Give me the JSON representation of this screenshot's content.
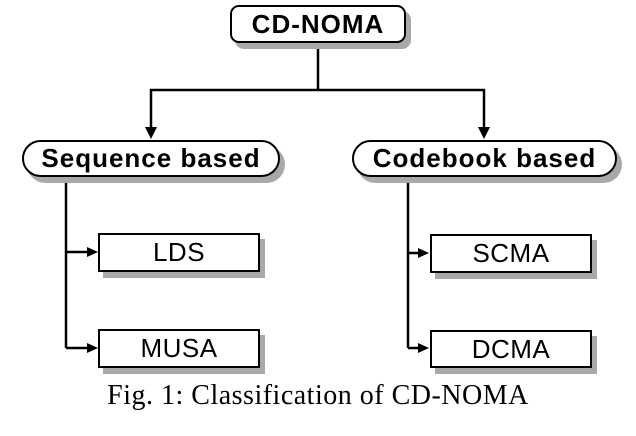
{
  "figure": {
    "caption": "Fig. 1: Classification of CD-NOMA",
    "tree": {
      "root": {
        "label": "CD-NOMA"
      },
      "branches": [
        {
          "label": "Sequence based",
          "children": [
            {
              "label": "LDS"
            },
            {
              "label": "MUSA"
            }
          ]
        },
        {
          "label": "Codebook based",
          "children": [
            {
              "label": "SCMA"
            },
            {
              "label": "DCMA"
            }
          ]
        }
      ]
    },
    "colors": {
      "node_fill": "#ffffff",
      "node_border": "#000000",
      "shadow": "#a9a9a9",
      "connector": "#000000",
      "background": "#ffffff",
      "text": "#000000"
    }
  }
}
